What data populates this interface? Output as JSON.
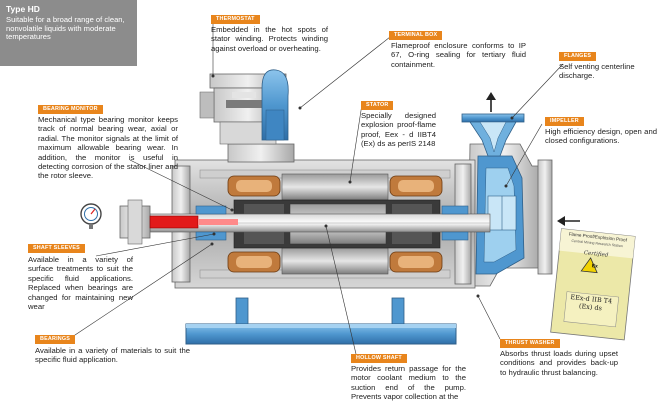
{
  "type_box": {
    "title": "Type HD",
    "description": "Suitable for a broad range of clean, nonvolatile liquids with moderate temperatures"
  },
  "callouts": {
    "thermostat": {
      "label": "THERMOSTAT",
      "text": "Embedded in the hot spots of stator winding. Protects winding against overload or overheating."
    },
    "terminal_box": {
      "label": "TERMINAL BOX",
      "text": "Flameproof enclosure conforms to IP 67, O-ring sealing for tertiary fluid containment."
    },
    "flanges": {
      "label": "FLANGES",
      "text": "Self venting centerline discharge."
    },
    "bearing_monitor": {
      "label": "BEARING MONITOR",
      "text": "Mechanical type bearing monitor keeps track of normal bearing wear, axial or radial. The monitor signals at the limit of maximum allowable bearing wear. In addition, the monitor is useful in detecting corrosion of the stator liner and the rotor sleeve."
    },
    "stator": {
      "label": "STATOR",
      "text": "Specially designed explosion proof-flame proof, Eex - d IIBT4 (Ex) ds as perIS 2148"
    },
    "impeller": {
      "label": "IMPELLER",
      "text": "High efficiency design, open and closed configurations."
    },
    "shaft_sleeves": {
      "label": "SHAFT SLEEVES",
      "text": "Available in a variety of surface treatments to suit the specific fluid applications. Replaced when bearings are changed for maintaining new wear"
    },
    "bearings": {
      "label": "BEARINGS",
      "text": "Available in a variety of materials to suit the specific fluid application."
    },
    "hollow_shaft": {
      "label": "HOLLOW SHAFT",
      "text": "Provides return passage for the motor coolant medium to the suction end of the pump. Prevents vapor collection at the"
    },
    "thrust_washer": {
      "label": "THRUST WASHER",
      "text": "Absorbs thrust loads during upset conditions and provides back-up to hydraulic thrust balancing."
    }
  },
  "certificate": {
    "title": "Flame Proof/Explosion Proof",
    "subtitle": "Central Mining Research Station",
    "signature": "Certified",
    "mark": "Ex",
    "rating": "EEx-d IIB T4 (Ex) ds"
  },
  "colors": {
    "tag_orange": "#e8851c",
    "type_box_gray": "#8c8c8c",
    "pump_blue": "#5aa2d6",
    "leader_line": "#333333"
  }
}
